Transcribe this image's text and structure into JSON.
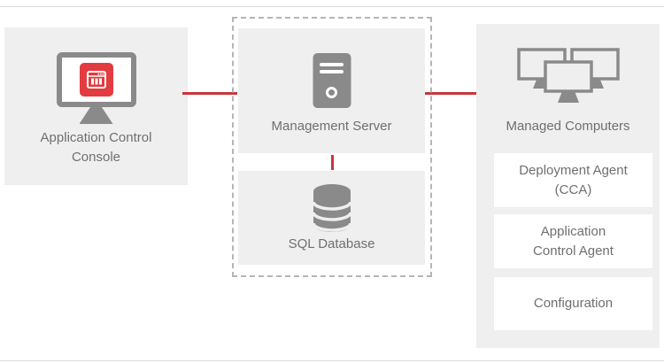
{
  "page": {
    "background": "#ffffff",
    "border_color": "#dcdcdc"
  },
  "diagram": {
    "console": {
      "label": "Application Control\nConsole",
      "icon": "monitor-with-app-window-icon"
    },
    "server_group": {
      "management_server": {
        "label": "Management Server",
        "icon": "server-tower-icon"
      },
      "sql_database": {
        "label": "SQL Database",
        "icon": "database-icon"
      }
    },
    "managed_computers": {
      "label": "Managed Computers",
      "icon": "computer-group-icon",
      "components": [
        {
          "label": "Deployment Agent\n(CCA)"
        },
        {
          "label": "Application\nControl Agent"
        },
        {
          "label": "Configuration"
        }
      ]
    },
    "colors": {
      "connector_red": "#c9353b",
      "app_icon_red": "#e23b40",
      "panel_gray": "#efefef",
      "icon_gray": "#8a8a8a",
      "text_gray": "#6f6f6f",
      "dash_gray": "#b5b5b5"
    }
  }
}
